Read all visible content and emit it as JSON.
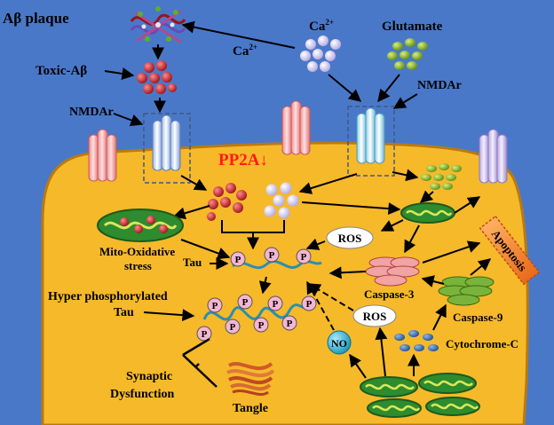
{
  "colors": {
    "background": "#4a78c9",
    "cell_fill": "#f6b92a",
    "cell_stroke": "#b97a10",
    "pp2a": "#ff1a1a",
    "apoptosis_fill": "#f58b2a",
    "ros_fill": "#ffffff",
    "no_fill": "#2fb6d8",
    "mito_fill": "#2e8b2e",
    "mito_cristae": "#d9e85a",
    "caspase3_fill": "#f2a3a3",
    "caspase9_fill": "#7ab33a",
    "cytochrome_fill": "#3a6fb0",
    "tangle_fill": "#d05a2a",
    "tau_line": "#2a8fb0",
    "phospho_fill": "#f4b6d2",
    "toxic_abeta_fill": "#c0202a",
    "calcium_fill": "#d9d2f0",
    "glutamate_fill": "#8dbd2e",
    "arrow": "#000000"
  },
  "labels": {
    "abeta_plaque": "Aβ plaque",
    "toxic_abeta": "Toxic-Aβ",
    "ca_top": "Ca",
    "ca_top_sup": "2+",
    "ca_arrow": "Ca",
    "ca_arrow_sup": "2+",
    "glutamate": "Glutamate",
    "nmdar_left": "NMDAr",
    "nmdar_right": "NMDAr",
    "pp2a": "PP2A↓",
    "mito_oxidative_1": "Mito-Oxidative",
    "mito_oxidative_2": "stress",
    "tau": "Tau",
    "hyper_1": "Hyper phosphorylated",
    "hyper_2": "Tau",
    "ros_upper": "ROS",
    "ros_lower": "ROS",
    "no": "NO",
    "caspase3": "Caspase-3",
    "caspase9": "Caspase-9",
    "cytochrome": "Cytochrome-C",
    "apoptosis": "Apoptosis",
    "synaptic_1": "Synaptic",
    "synaptic_2": "Dysfunction",
    "tangle": "Tangle",
    "phospho": "P"
  }
}
